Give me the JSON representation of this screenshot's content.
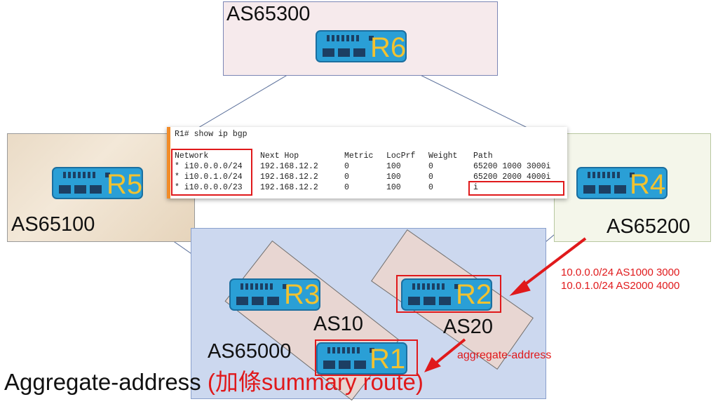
{
  "as_labels": {
    "as65300": "AS65300",
    "as65100": "AS65100",
    "as65200": "AS65200",
    "as65000": "AS65000",
    "as10": "AS10",
    "as20": "AS20"
  },
  "routers": {
    "r1": "R1",
    "r2": "R2",
    "r3": "R3",
    "r4": "R4",
    "r5": "R5",
    "r6": "R6"
  },
  "terminal": {
    "command": "R1# show ip bgp",
    "headers": [
      "Network",
      "Next Hop",
      "Metric",
      "LocPrf",
      "Weight",
      "Path"
    ],
    "rows": [
      [
        "* i10.0.0.0/24",
        "192.168.12.2",
        "0",
        "100",
        "0",
        "65200  1000 3000i"
      ],
      [
        "* i10.0.1.0/24",
        "192.168.12.2",
        "0",
        "100",
        "0",
        "65200  2000 4000i"
      ],
      [
        "* i10.0.0.0/23",
        "192.168.12.2",
        "0",
        "100",
        "0",
        "i"
      ]
    ]
  },
  "annotations": {
    "r4_routes_line1": "10.0.0.0/24 AS1000 3000",
    "r4_routes_line2": "10.0.1.0/24 AS2000 4000",
    "aggregate_note": "aggregate-address"
  },
  "caption": {
    "main": "Aggregate-address",
    "highlight": "(加條summary route)"
  },
  "colors": {
    "accent_red": "#e0191b",
    "router_blue": "#2a9fd6",
    "router_label": "#f2c230",
    "terminal_bar": "#f28c28"
  }
}
